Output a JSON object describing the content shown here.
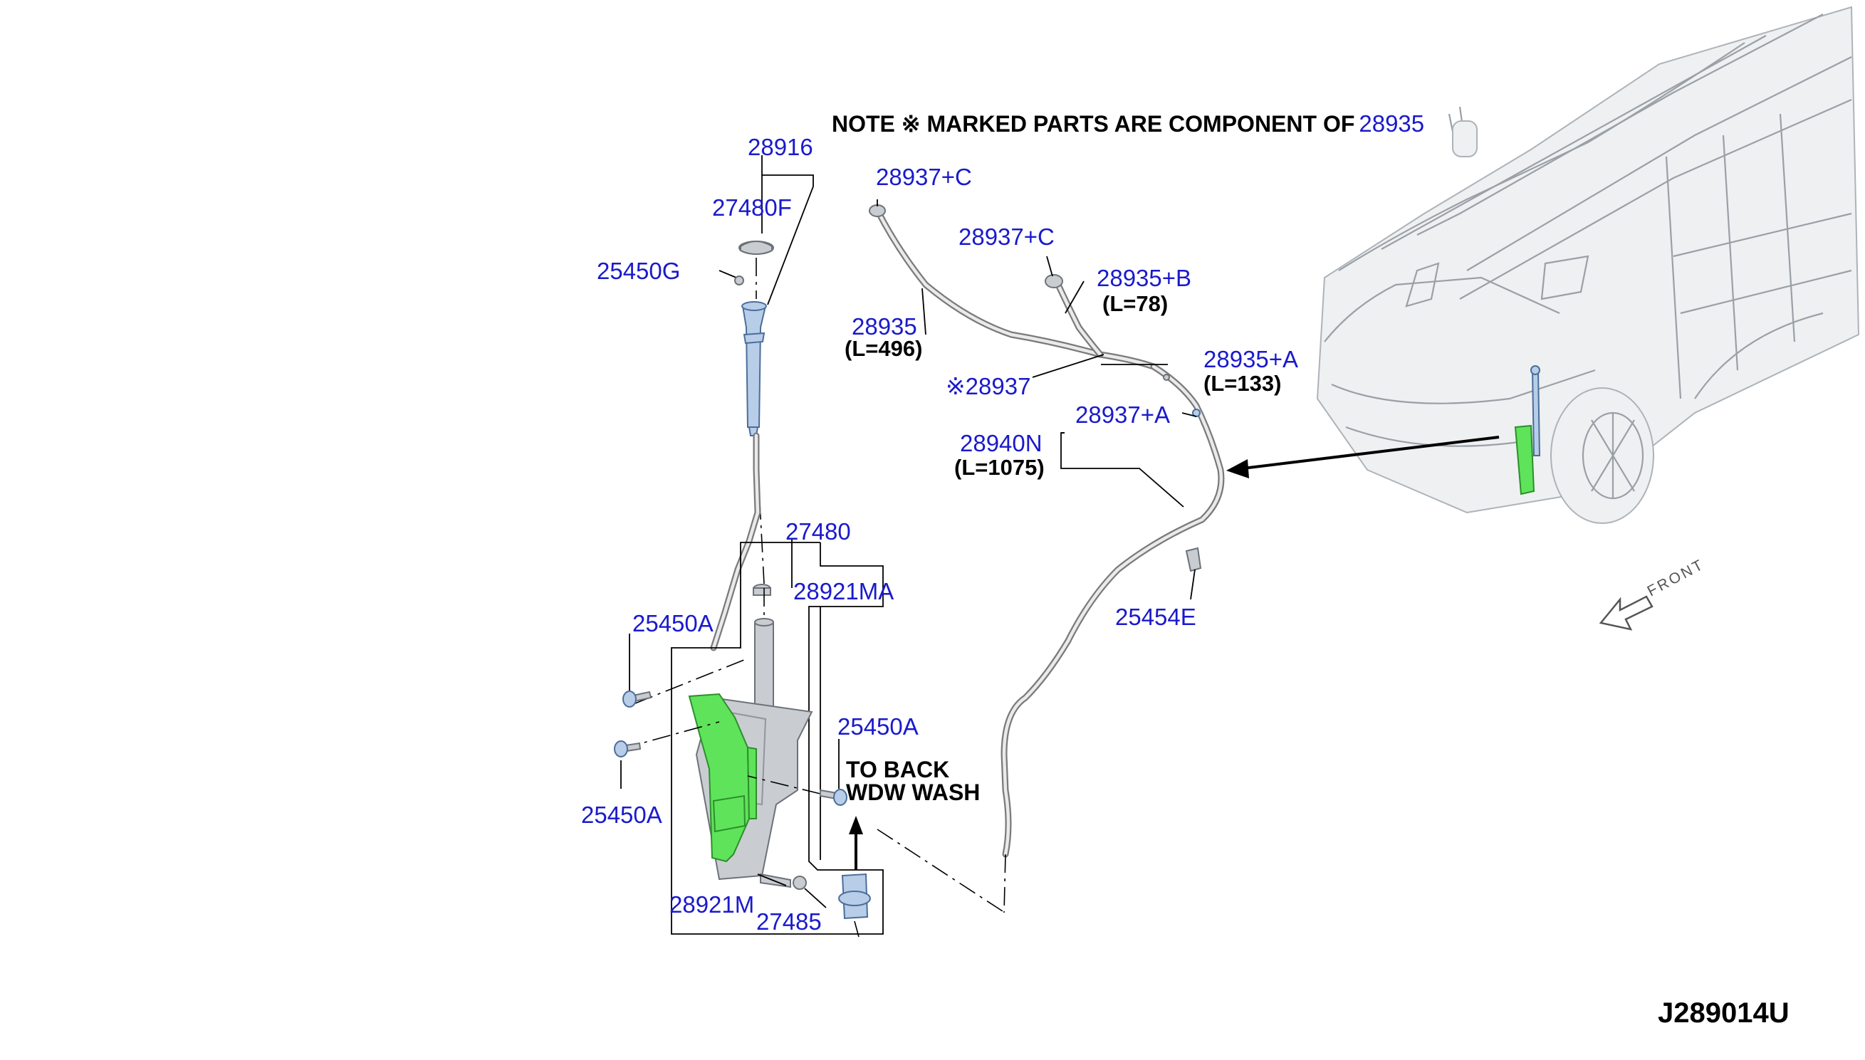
{
  "note": {
    "text": "NOTE ※ MARKED PARTS ARE COMPONENT OF",
    "ref": "28935"
  },
  "callouts": {
    "p28916": "28916",
    "p27480F": "27480F",
    "p25450G": "25450G",
    "p27480": "27480",
    "p28921MA": "28921MA",
    "p25450A_top": "25450A",
    "p25450A_right": "25450A",
    "p25450A_left": "25450A",
    "p28921M": "28921M",
    "p27485": "27485",
    "p28937C_1": "28937+C",
    "p28937C_2": "28937+C",
    "p28935B": "28935+B",
    "p28935B_len": "(L=78)",
    "p28935": "28935",
    "p28935_len": "(L=496)",
    "p28937": "※28937",
    "p28935A": "28935+A",
    "p28935A_len": "(L=133)",
    "p28937A": "28937+A",
    "p28940N": "28940N",
    "p28940N_len": "(L=1075)",
    "p25454E": "25454E"
  },
  "to_back": {
    "line1": "TO BACK",
    "line2": "WDW WASH"
  },
  "front_label": "FRONT",
  "diagram_code": "J289014U",
  "colors": {
    "part_number": "#1a1acc",
    "highlight_green": "#5fe35a",
    "line": "#000000"
  }
}
